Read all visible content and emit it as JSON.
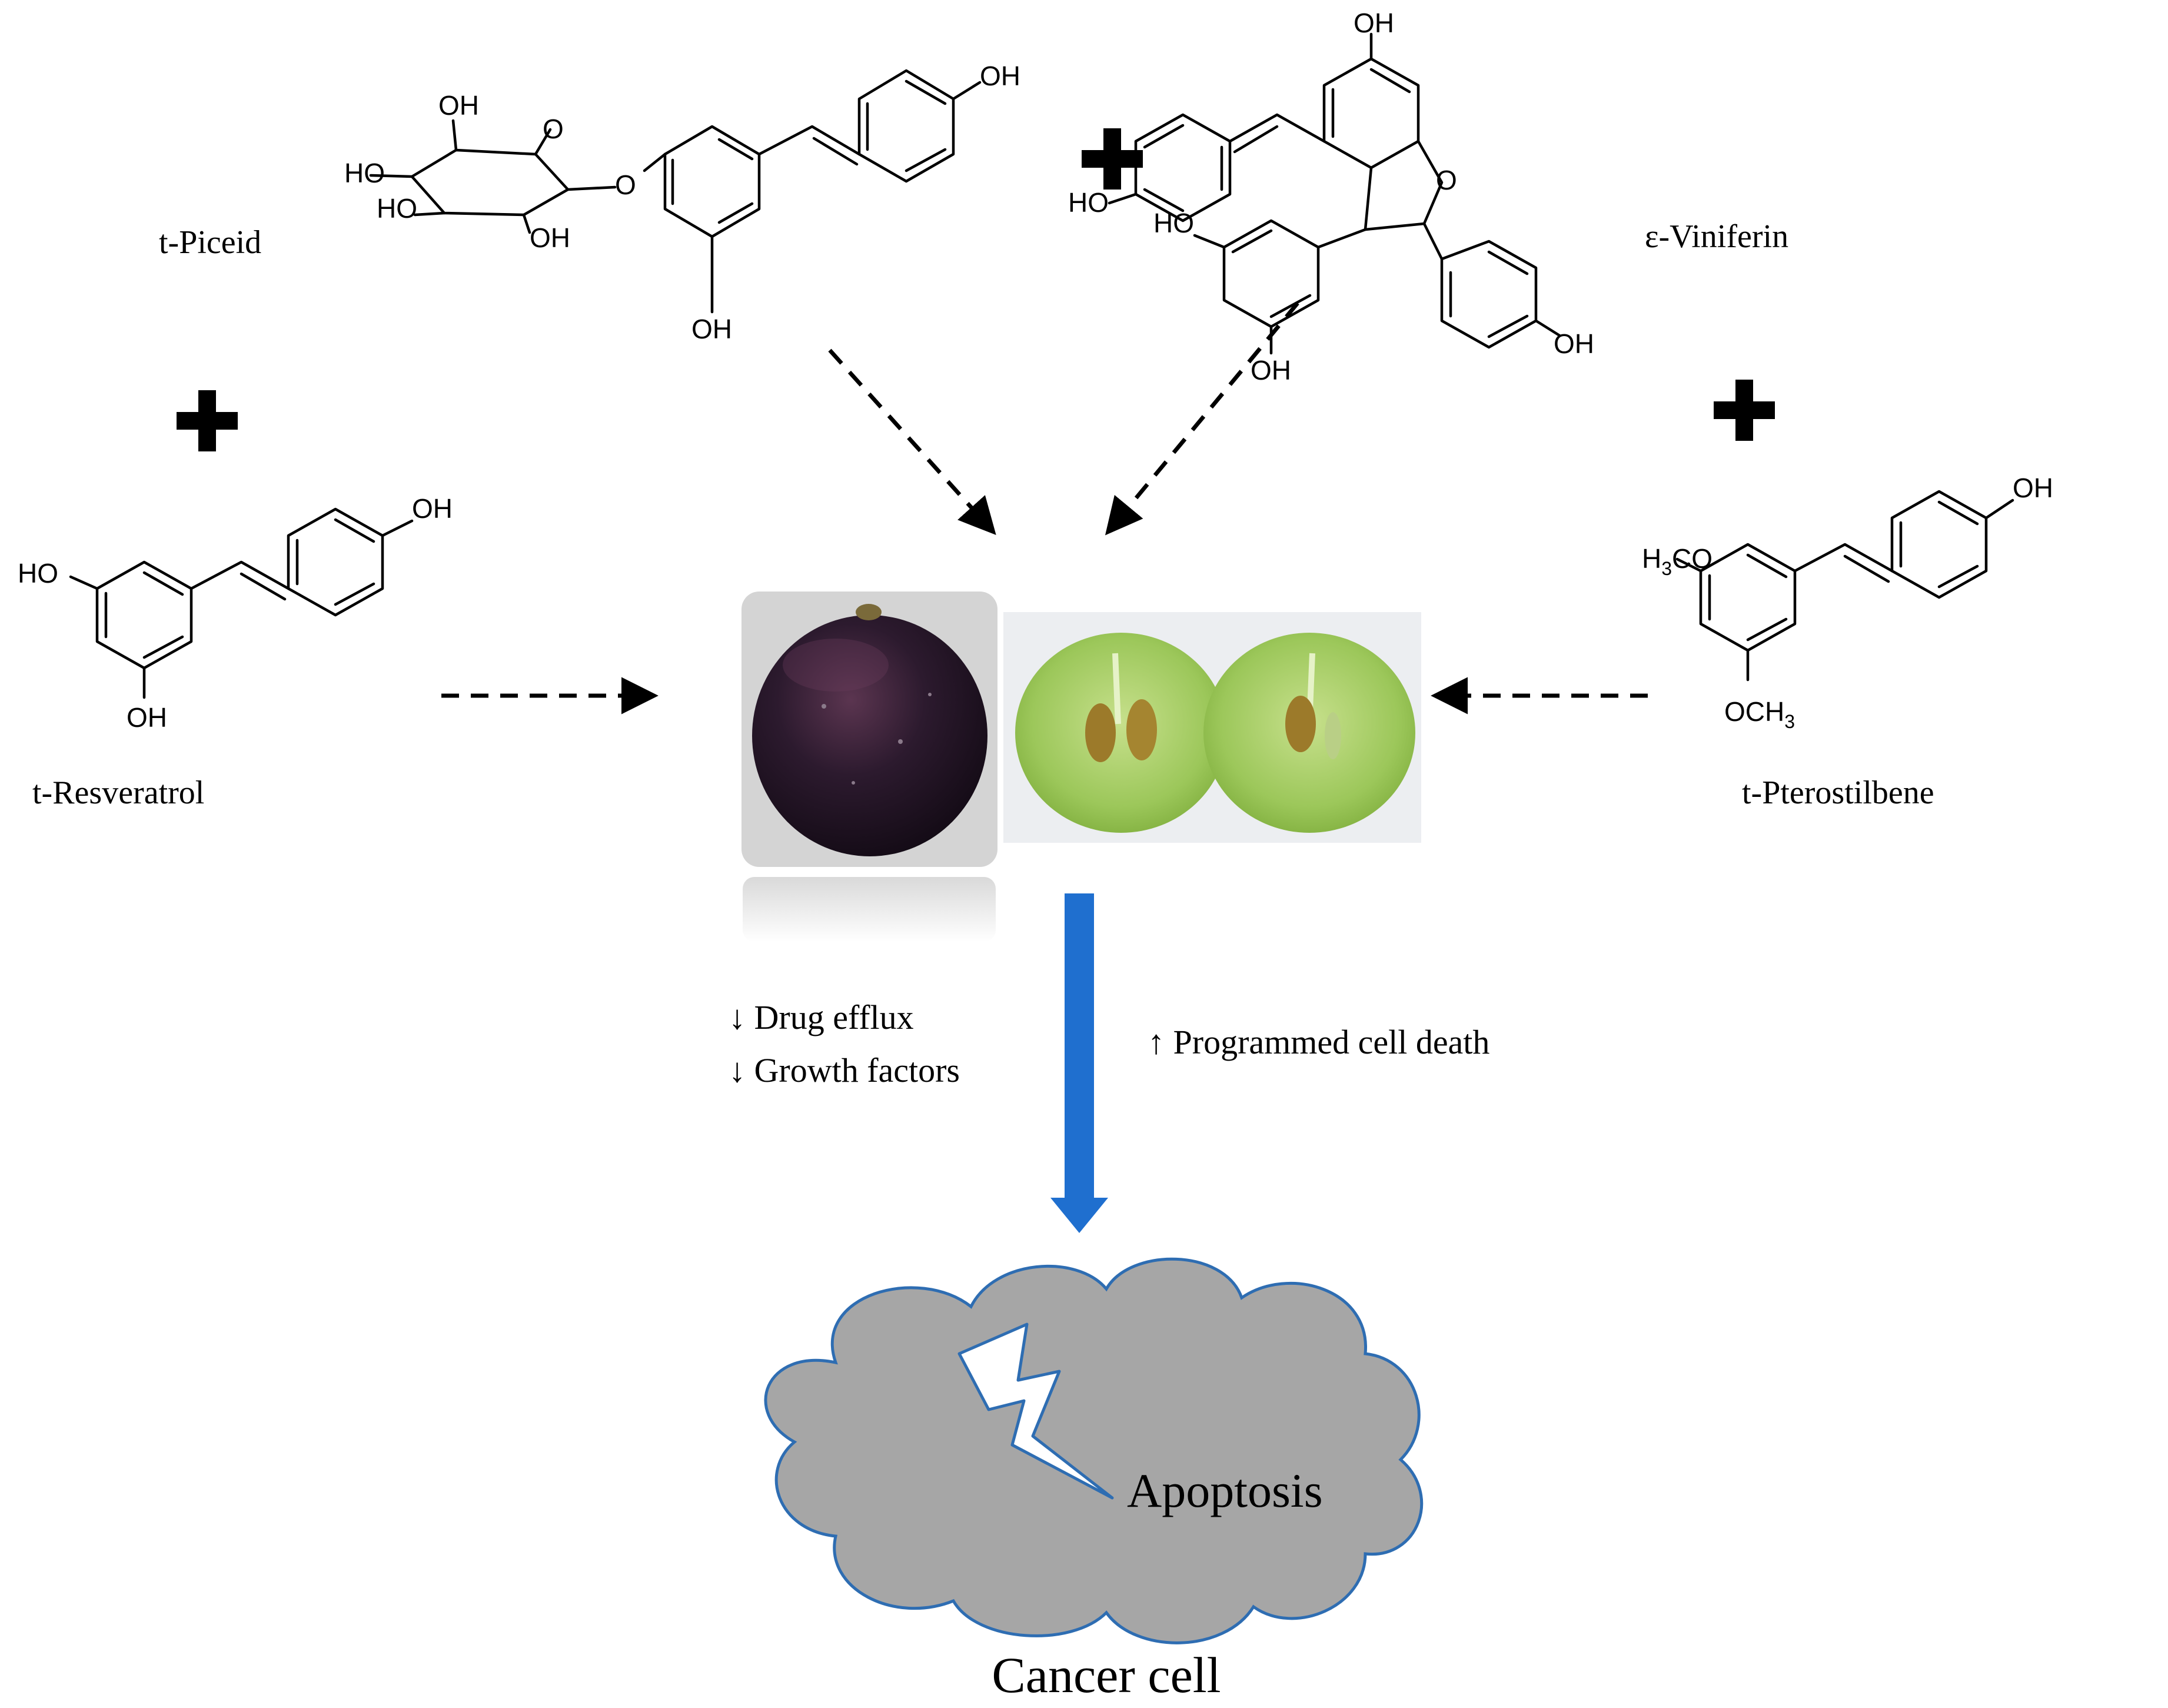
{
  "compounds": {
    "piceid": "t-Piceid",
    "viniferin": "ε-Viniferin",
    "resveratrol": "t-Resveratrol",
    "pterostilbene": "t-Pterostilbene"
  },
  "atoms": {
    "oh": "OH",
    "ho": "HO",
    "o": "O",
    "h3co_h": "H",
    "h3co_sub": "3",
    "h3co_co": "CO",
    "och3_och": "OCH",
    "och3_sub": "3"
  },
  "effects": {
    "drug_efflux": "↓ Drug efflux",
    "growth_factors": "↓ Growth factors",
    "programmed_death": "↑ Programmed cell death"
  },
  "outcome": {
    "apoptosis": "Apoptosis",
    "cancer_cell": "Cancer cell"
  },
  "colors": {
    "arrow_blue": "#1f6fcf",
    "cloud_fill": "#a6a6a6",
    "cloud_stroke": "#2e6db2",
    "grape_dark": "#2a1b2c",
    "grape_green": "#9dc85a"
  },
  "icons": {
    "plus": "plus-icon",
    "lightning": "lightning-bolt-icon"
  }
}
